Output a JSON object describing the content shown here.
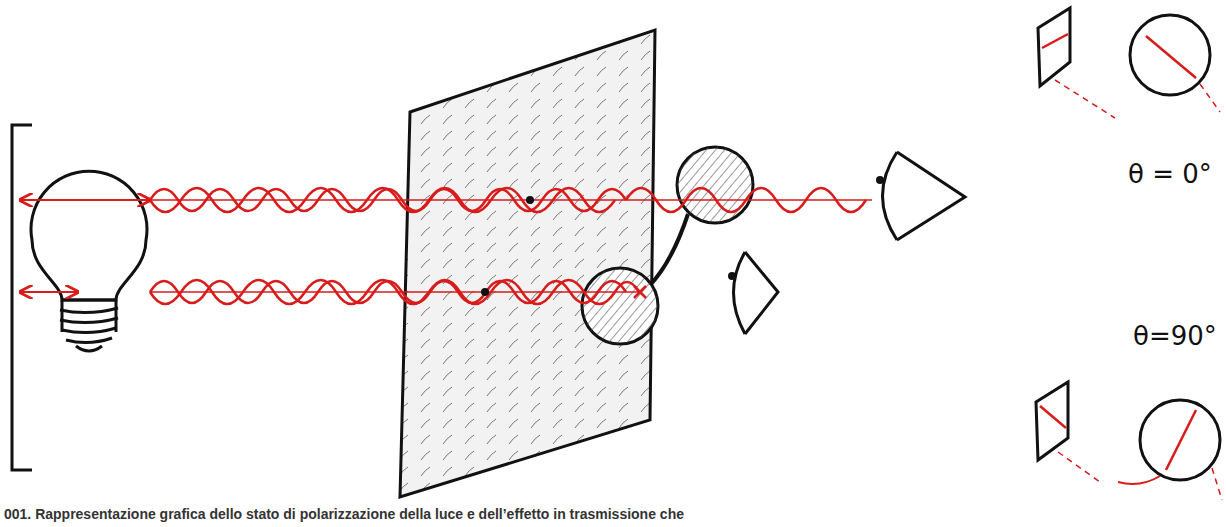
{
  "diagram": {
    "caption": "001. Rappresentazione grafica dello stato di polarizzazione della luce e dell’effetto in trasmissione che",
    "labels": [
      "θ = 0°",
      "θ=90°"
    ]
  }
}
